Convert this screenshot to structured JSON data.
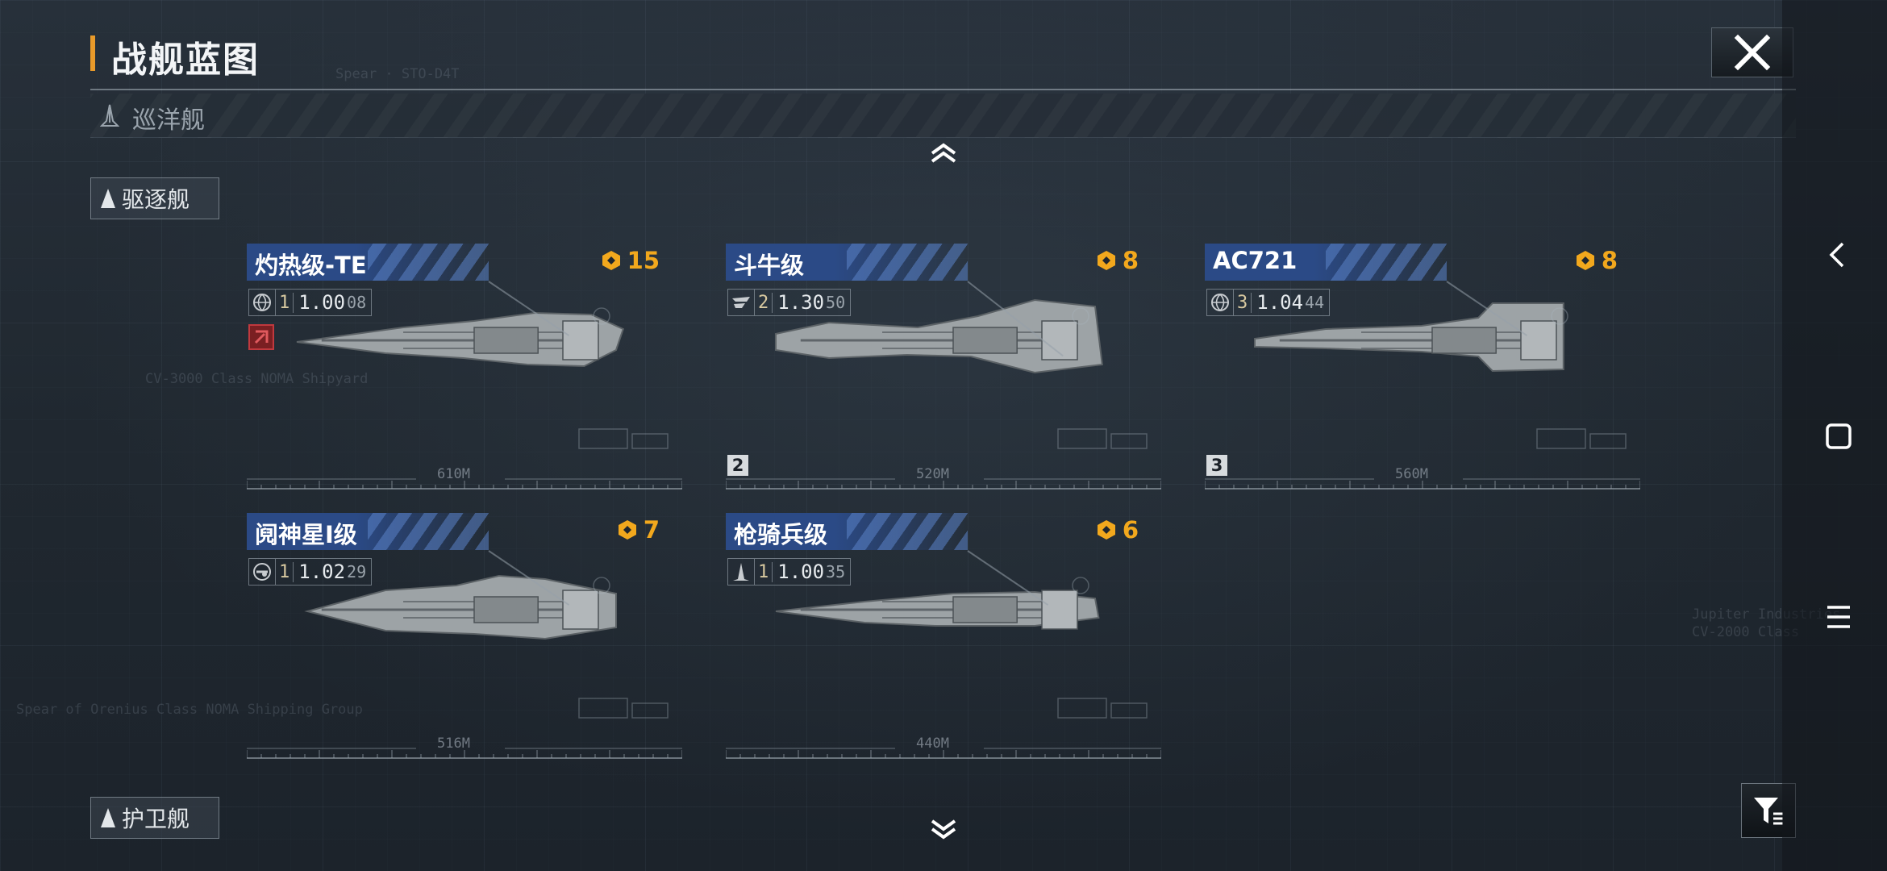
{
  "header": {
    "title": "战舰蓝图"
  },
  "categories": {
    "cruiser": "巡洋舰",
    "destroyer": "驱逐舰",
    "frigate": "护卫舰"
  },
  "ships": [
    {
      "name": "灼热级-TE",
      "cost": "15",
      "tier": "1",
      "ratio": "1.00",
      "ratio_small": "08",
      "length": "610M",
      "faction_icon": "globe-icon",
      "badge": "",
      "has_warning": true
    },
    {
      "name": "斗牛级",
      "cost": "8",
      "tier": "2",
      "ratio": "1.30",
      "ratio_small": "50",
      "length": "520M",
      "faction_icon": "wing-emblem-icon",
      "badge": "2",
      "has_warning": false
    },
    {
      "name": "AC721",
      "cost": "8",
      "tier": "3",
      "ratio": "1.04",
      "ratio_small": "44",
      "length": "560M",
      "faction_icon": "globe-icon",
      "badge": "3",
      "has_warning": false
    },
    {
      "name": "阋神星I级",
      "cost": "7",
      "tier": "1",
      "ratio": "1.02",
      "ratio_small": "29",
      "length": "516M",
      "faction_icon": "eye-emblem-icon",
      "badge": "",
      "has_warning": false
    },
    {
      "name": "枪骑兵级",
      "cost": "6",
      "tier": "1",
      "ratio": "1.00",
      "ratio_small": "35",
      "length": "440M",
      "faction_icon": "spire-emblem-icon",
      "badge": "",
      "has_warning": false
    }
  ],
  "colors": {
    "accent": "#e89a2a",
    "cost": "#f2a81d",
    "banner": "#2b4a86"
  }
}
